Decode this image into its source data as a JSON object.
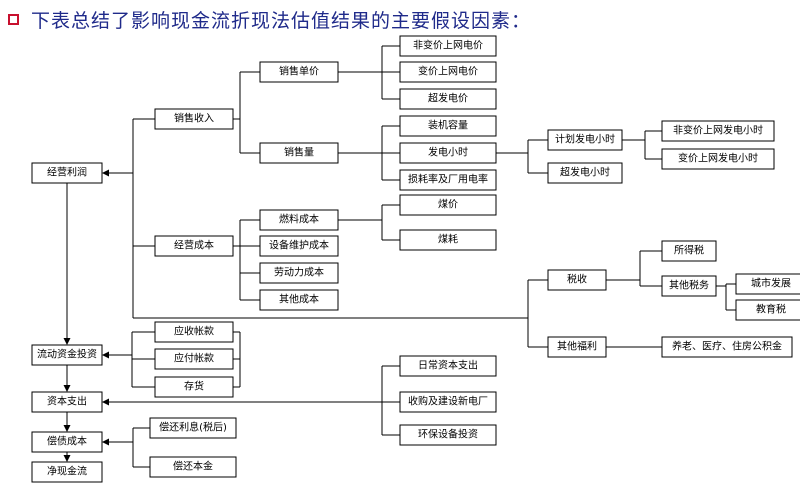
{
  "title": "下表总结了影响现金流折现法估值结果的主要假设因素：",
  "nodes": {
    "n1": "非变价上网电价",
    "n2": "变价上网电价",
    "n3": "超发电价",
    "n4": "销售单价",
    "n5": "销售收入",
    "n6": "装机容量",
    "n7": "发电小时",
    "n8": "损耗率及厂用电率",
    "n9": "销售量",
    "n10": "计划发电小时",
    "n11": "非变价上网发电小时",
    "n12": "变价上网发电小时",
    "n13": "超发电小时",
    "n14": "经营利润",
    "n15": "燃料成本",
    "n16": "煤价",
    "n17": "煤耗",
    "n18": "经营成本",
    "n19": "设备维护成本",
    "n20": "劳动力成本",
    "n21": "其他成本",
    "n22": "所得税",
    "n23": "税收",
    "n24": "其他税务",
    "n25": "城市发展",
    "n26": "教育税",
    "n27": "其他福利",
    "n28": "养老、医疗、住房公积金",
    "n29": "应收帐款",
    "n30": "流动资金投资",
    "n31": "应付帐款",
    "n32": "存货",
    "n33": "日常资本支出",
    "n34": "资本支出",
    "n35": "收购及建设新电厂",
    "n36": "环保设备投资",
    "n37": "偿债成本",
    "n38": "偿还利息(税后)",
    "n39": "偿还本金",
    "n40": "净现金流"
  }
}
